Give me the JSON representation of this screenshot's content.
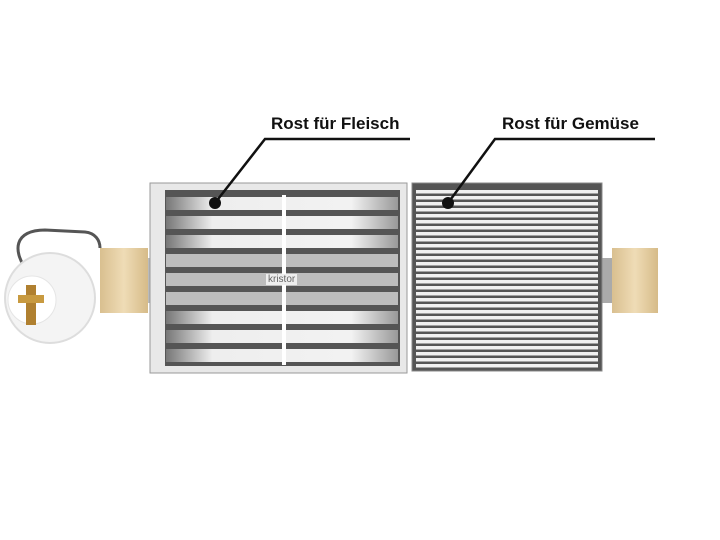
{
  "labels": {
    "meat_grate": "Rost für Fleisch",
    "vegetable_grate": "Rost für Gemüse"
  },
  "product": {
    "logo_text": "kristor"
  },
  "colors": {
    "steel": "#d9d9d9",
    "dark_steel": "#6b6b6b",
    "wood": "#e6cfa4",
    "line": "#111111"
  }
}
